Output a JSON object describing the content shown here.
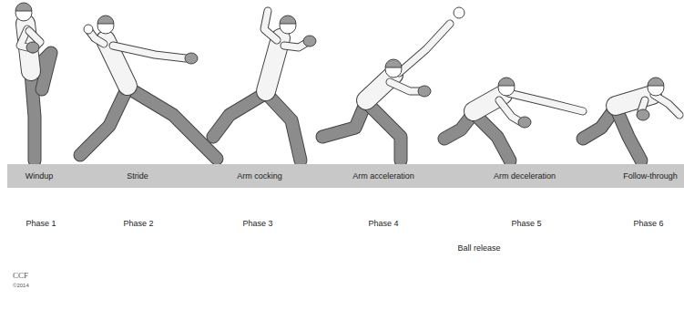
{
  "diagram": {
    "nodes": [
      {
        "text": [
          "Windup",
          "Stride",
          "Arm cocking",
          "Arm acceleration",
          "Arm deceleration",
          "Follow-through"
        ]
      }
    ],
    "labels": [
      "Phase 1",
      "Phase 2",
      "Phase 3",
      "Phase 4",
      "Phase 5",
      "Phase 6",
      "Ball release",
      "CCF",
      "©2014"
    ]
  }
}
